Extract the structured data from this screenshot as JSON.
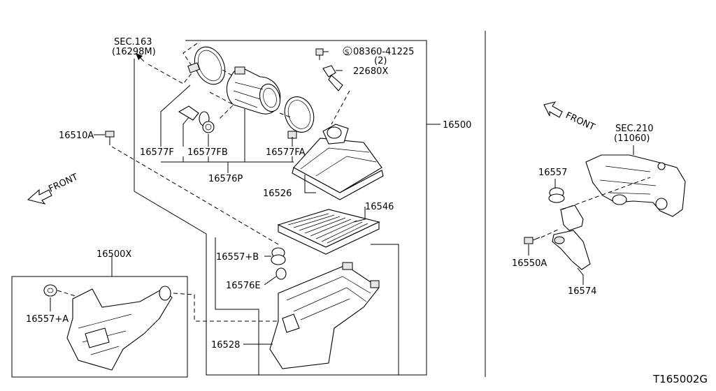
{
  "labels": {
    "sec163_title": "SEC.163",
    "sec163_sub": "(16298M)",
    "screw_part": "08360-41225",
    "screw_qty": "(2)",
    "screw_marker": "S",
    "sensor": "22680X",
    "assembly": "16500",
    "bolt_left": "16510A",
    "clamp_f": "16577F",
    "clamp_fb": "16577FB",
    "clamp_fa": "16577FA",
    "duct": "16576P",
    "cover": "16526",
    "filter": "16546",
    "grommet_b": "16557+B",
    "grommet_e": "16576E",
    "lower_case": "16528",
    "resonator_assy": "16500X",
    "grommet_a": "16557+A",
    "front_left": "FRONT",
    "front_right": "FRONT",
    "sec210_title": "SEC.210",
    "sec210_sub": "(11060)",
    "grommet_right": "16557",
    "bolt_right": "16550A",
    "bracket": "16574",
    "diagram_code": "T165002G"
  }
}
